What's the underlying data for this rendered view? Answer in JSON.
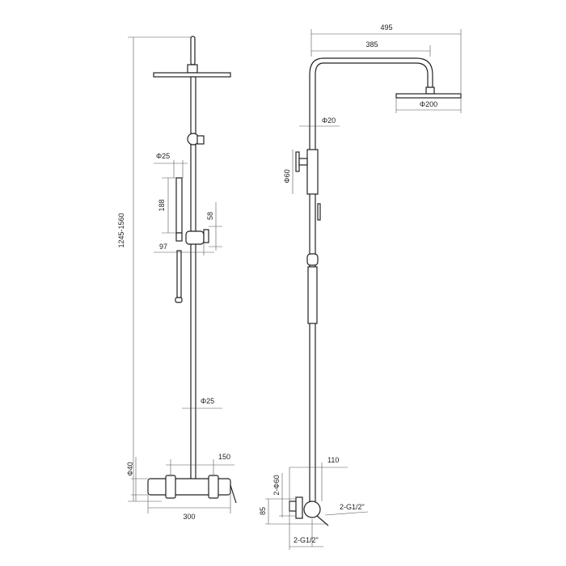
{
  "left_view": {
    "height_range": "1245-1560",
    "handshower_diameter": "Φ25",
    "handshower_length": "188",
    "holder_height": "58",
    "holder_offset": "97",
    "riser_diameter": "Φ25",
    "knob_spacing": "150",
    "mixer_diameter": "Φ40",
    "mixer_width": "300"
  },
  "right_view": {
    "overall_reach": "495",
    "arm_reach": "385",
    "head_diameter": "Φ200",
    "pipe_diameter": "Φ20",
    "diverter_diameter": "Φ60",
    "wall_offset": "110",
    "flange_diameter": "2-Φ60",
    "connection_height": "85",
    "inlet_thread_right": "2-G1/2\"",
    "inlet_thread_bottom": "2-G1/2\""
  }
}
